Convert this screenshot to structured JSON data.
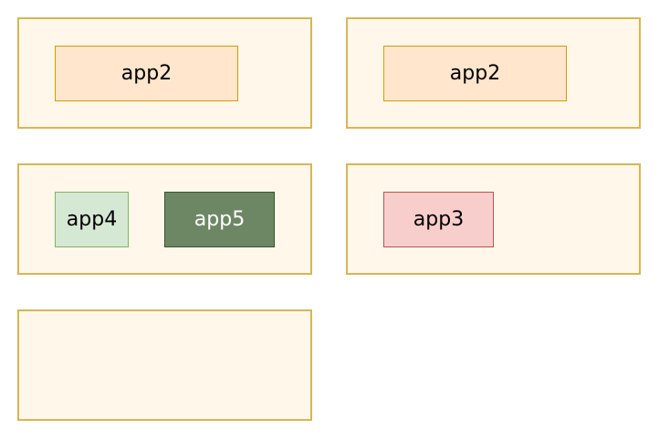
{
  "diagram": {
    "nodes": {
      "n1_app": {
        "label": "app2"
      },
      "n2_app": {
        "label": "app2"
      },
      "n3_app_a": {
        "label": "app4"
      },
      "n3_app_b": {
        "label": "app5"
      },
      "n4_app": {
        "label": "app3"
      }
    }
  },
  "colors": {
    "container_border": "#d6b656",
    "container_fill": "#fff7ea",
    "orange_fill": "#ffe6cc",
    "orange_border": "#d79b00",
    "lightgreen_fill": "#d5e8d4",
    "lightgreen_border": "#82b366",
    "darkgreen_fill": "#6d8764",
    "darkgreen_border": "#3a5431",
    "pink_fill": "#f8cecc",
    "pink_border": "#b85450"
  }
}
